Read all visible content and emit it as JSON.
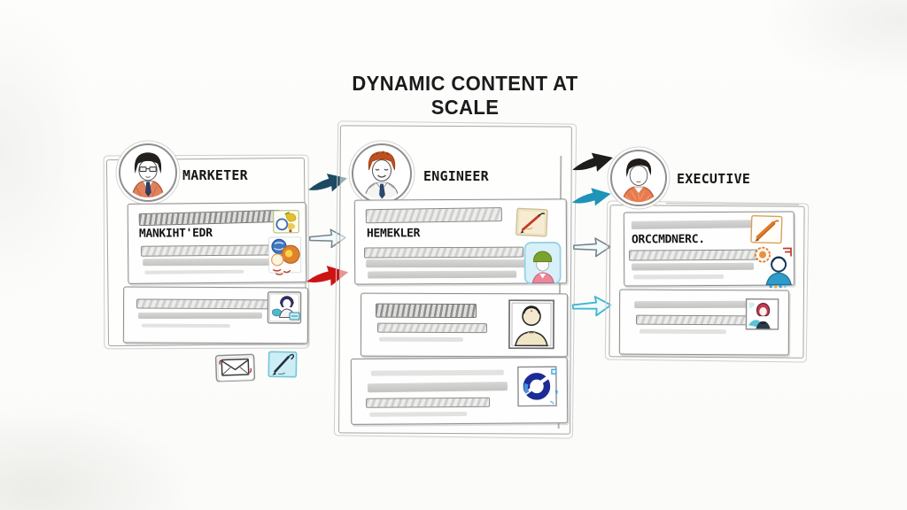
{
  "title": "DYNAMIC CONTENT AT SCALE",
  "personas": [
    {
      "name": "Marketer",
      "label": "MARKETER",
      "card_text": "MANKIHT'EDR",
      "icons": [
        "campaign-doodle-icon",
        "audience-group-icon",
        "support-agent-icon",
        "email-envelope-icon",
        "signature-pen-icon"
      ]
    },
    {
      "name": "Engineer",
      "label": "ENGINEER",
      "card_text": "HEMEKLER",
      "icons": [
        "note-pen-icon",
        "builder-avatar-icon",
        "person-bust-icon",
        "sync-swirl-icon"
      ]
    },
    {
      "name": "Executive",
      "label": "EXECUTIVE",
      "card_text": "ORCCMDNERC.",
      "icons": [
        "orange-pen-icon",
        "analyst-avatar-icon",
        "contact-avatar-icon"
      ]
    }
  ],
  "arrows": {
    "marketer_to_engineer": [
      {
        "style": "solid",
        "color": "#1d4a63"
      },
      {
        "style": "outlined",
        "color": "#73828d",
        "fill": "#f3fafc"
      },
      {
        "style": "solid",
        "color": "#cc1414"
      }
    ],
    "engineer_to_executive": [
      {
        "style": "solid",
        "color": "#1d1d1d"
      },
      {
        "style": "solid",
        "color": "#1f93b8"
      },
      {
        "style": "outlined",
        "color": "#73828d",
        "fill": "#f3fafc"
      },
      {
        "style": "outlined",
        "color": "#3db6d0",
        "fill": "#f0fbfd"
      }
    ]
  },
  "colors": {
    "background": "#fcfcfa",
    "sketch_line": "#9a9a9a",
    "title_text": "#1b1b1b",
    "arrow_navy": "#1d4a63",
    "arrow_red": "#cc1414",
    "arrow_black": "#1d1d1d",
    "arrow_teal": "#1f93b8"
  }
}
